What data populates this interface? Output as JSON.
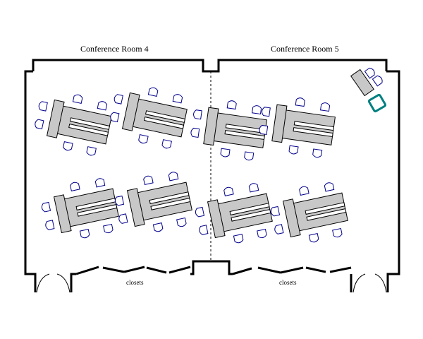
{
  "rooms": {
    "room4_label": "Conference Room 4",
    "room5_label": "Conference Room 5"
  },
  "closets": {
    "left_label": "closets",
    "right_label": "closets"
  },
  "colors": {
    "wall": "#000000",
    "table_fill": "#c8c8c8",
    "chair_outline": "#00008b",
    "accent_box": "#008080"
  },
  "diagram": {
    "table_group_count": 8,
    "chairs_per_group": 6
  }
}
